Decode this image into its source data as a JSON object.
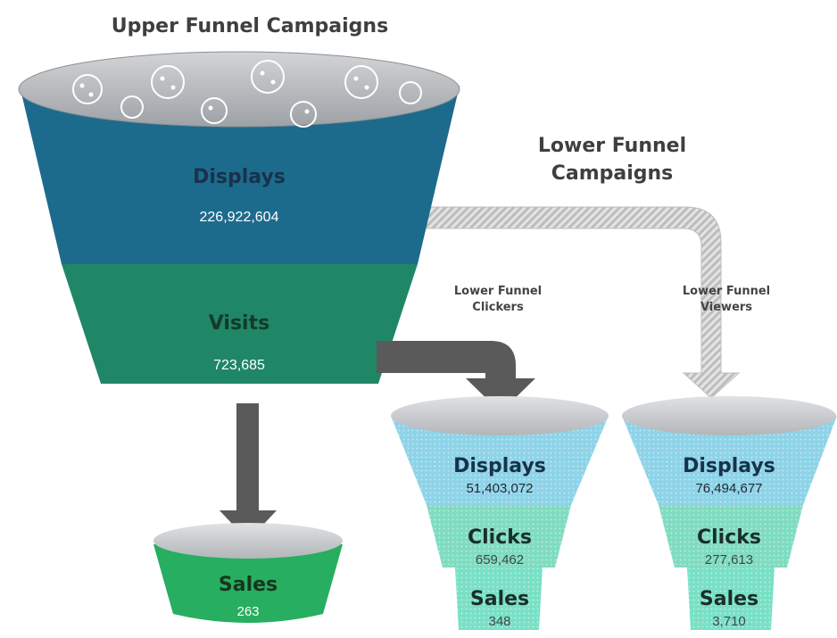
{
  "upper": {
    "title": "Upper Funnel Campaigns",
    "displays": {
      "label": "Displays",
      "value": "226,922,604"
    },
    "visits": {
      "label": "Visits",
      "value": "723,685"
    },
    "sales": {
      "label": "Sales",
      "value": "263"
    }
  },
  "lower": {
    "title_line1": "Lower Funnel",
    "title_line2": "Campaigns",
    "clickers": {
      "label_line1": "Lower Funnel",
      "label_line2": "Clickers",
      "displays": {
        "label": "Displays",
        "value": "51,403,072"
      },
      "clicks": {
        "label": "Clicks",
        "value": "659,462"
      },
      "sales": {
        "label": "Sales",
        "value": "348"
      }
    },
    "viewers": {
      "label_line1": "Lower Funnel",
      "label_line2": "Viewers",
      "displays": {
        "label": "Displays",
        "value": "76,494,677"
      },
      "clicks": {
        "label": "Clicks",
        "value": "277,613"
      },
      "sales": {
        "label": "Sales",
        "value": "3,710"
      }
    }
  },
  "colors": {
    "upper_displays": "#1d6b8c",
    "upper_visits": "#1f8766",
    "upper_sales": "#27ae60",
    "lower_displays": "#8ed3e8",
    "lower_clicks": "#7fdcc0",
    "lower_sales": "#79e0c6",
    "arrow": "#5a5a5a",
    "rim": "#b9bcbf"
  },
  "icons": [
    "cookie-icon"
  ]
}
